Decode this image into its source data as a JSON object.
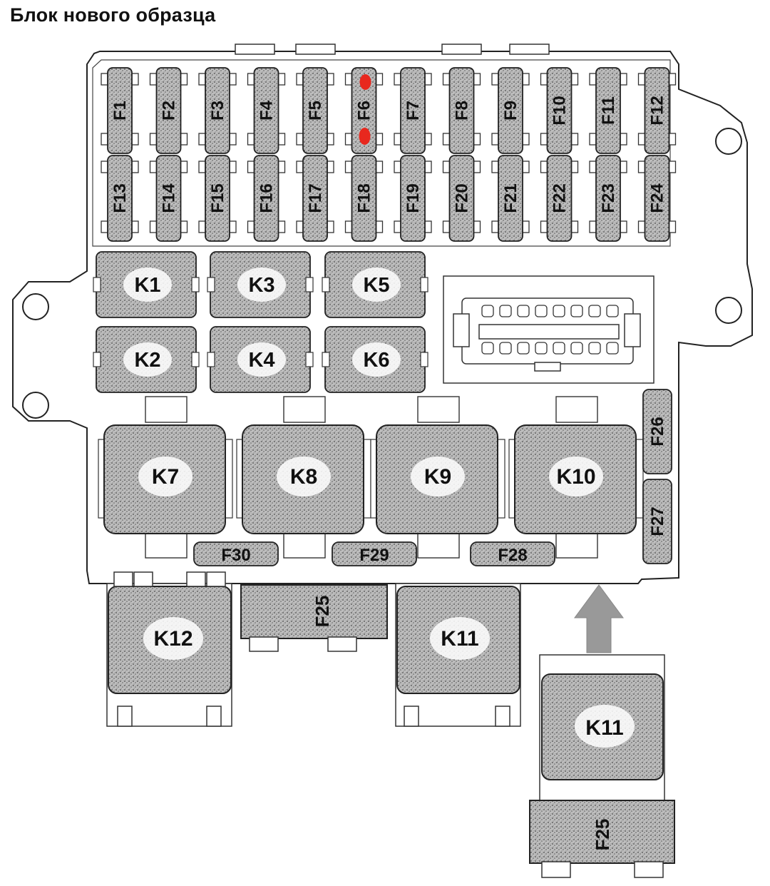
{
  "title": "Блок нового образца",
  "colors": {
    "outline": "#222222",
    "fill": "#b8b8b8",
    "arrow": "#999999",
    "marker": "#e8281e"
  },
  "fuses_top_row": [
    "F1",
    "F2",
    "F3",
    "F4",
    "F5",
    "F6",
    "F7",
    "F8",
    "F9",
    "F10",
    "F11",
    "F12"
  ],
  "fuses_bottom_row": [
    "F13",
    "F14",
    "F15",
    "F16",
    "F17",
    "F18",
    "F19",
    "F20",
    "F21",
    "F22",
    "F23",
    "F24"
  ],
  "relays_small": [
    "K1",
    "K2",
    "K3",
    "K4",
    "K5",
    "K6"
  ],
  "relays_large": [
    "K7",
    "K8",
    "K9",
    "K10"
  ],
  "fuses_side": [
    "F26",
    "F27"
  ],
  "fuses_horizontal": [
    "F30",
    "F29",
    "F28"
  ],
  "bottom_items": {
    "k12": "K12",
    "f25": "F25",
    "k11": "K11"
  },
  "detail": {
    "k11": "K11",
    "f25": "F25"
  },
  "marked_fuse": "F6"
}
